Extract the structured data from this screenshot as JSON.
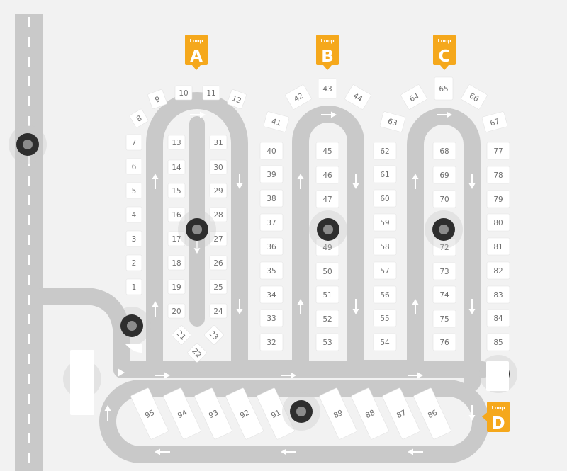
{
  "colors": {
    "background": "#f2f2f2",
    "road": "#c9c9c9",
    "lane_marking": "#ffffff",
    "site_fill": "#ffffff",
    "site_text": "#6f6f6f",
    "loop_badge": "#f5a81c",
    "marker_outer": "#2e2e2e",
    "marker_inner": "#8c8c8c"
  },
  "loops": [
    {
      "small": "Loop",
      "letter": "A"
    },
    {
      "small": "Loop",
      "letter": "B"
    },
    {
      "small": "Loop",
      "letter": "C"
    },
    {
      "small": "Loop",
      "letter": "D"
    }
  ],
  "sites": [
    "1",
    "2",
    "3",
    "4",
    "5",
    "6",
    "7",
    "8",
    "9",
    "10",
    "11",
    "12",
    "13",
    "14",
    "15",
    "16",
    "17",
    "18",
    "19",
    "20",
    "21",
    "22",
    "23",
    "24",
    "25",
    "26",
    "27",
    "28",
    "29",
    "30",
    "31",
    "32",
    "33",
    "34",
    "35",
    "36",
    "37",
    "38",
    "39",
    "40",
    "41",
    "42",
    "43",
    "44",
    "45",
    "46",
    "47",
    "49",
    "50",
    "51",
    "52",
    "53",
    "54",
    "55",
    "56",
    "57",
    "58",
    "59",
    "60",
    "61",
    "62",
    "63",
    "64",
    "65",
    "66",
    "67",
    "68",
    "69",
    "70",
    "72",
    "73",
    "74",
    "75",
    "76",
    "77",
    "78",
    "79",
    "80",
    "81",
    "82",
    "83",
    "84",
    "85",
    "86",
    "87",
    "88",
    "89",
    "91",
    "92",
    "93",
    "94",
    "95"
  ],
  "icons": {
    "direction_arrow": "arrow-icon",
    "location_marker": "location-marker-icon"
  }
}
